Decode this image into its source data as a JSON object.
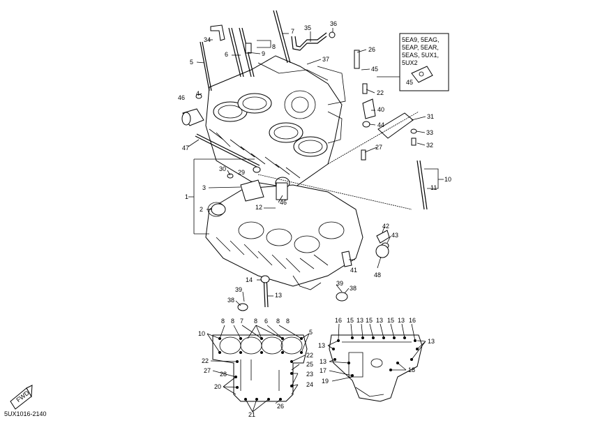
{
  "diagram": {
    "figure_code": "5UX1016-2140",
    "fwd_label": "FWD",
    "inset_models": [
      "5EA9, 5EAG,",
      "5EAP, 5EAR,",
      "5EAS, 5UX1,",
      "5UX2"
    ],
    "inset_callout": "45",
    "callouts_main": [
      {
        "id": "c36",
        "text": "36"
      },
      {
        "id": "c35",
        "text": "35"
      },
      {
        "id": "c7",
        "text": "7"
      },
      {
        "id": "c34",
        "text": "34"
      },
      {
        "id": "c8",
        "text": "8"
      },
      {
        "id": "c9",
        "text": "9"
      },
      {
        "id": "c6",
        "text": "6"
      },
      {
        "id": "c5",
        "text": "5"
      },
      {
        "id": "c26",
        "text": "26"
      },
      {
        "id": "c37",
        "text": "37"
      },
      {
        "id": "c45",
        "text": "45"
      },
      {
        "id": "c22",
        "text": "22"
      },
      {
        "id": "c4",
        "text": "4"
      },
      {
        "id": "c46a",
        "text": "46"
      },
      {
        "id": "c40",
        "text": "40"
      },
      {
        "id": "c44",
        "text": "44"
      },
      {
        "id": "c31",
        "text": "31"
      },
      {
        "id": "c33",
        "text": "33"
      },
      {
        "id": "c32",
        "text": "32"
      },
      {
        "id": "c47",
        "text": "47"
      },
      {
        "id": "c27",
        "text": "27"
      },
      {
        "id": "c30",
        "text": "30"
      },
      {
        "id": "c29",
        "text": "29"
      },
      {
        "id": "c10",
        "text": "10"
      },
      {
        "id": "c11",
        "text": "11"
      },
      {
        "id": "c3",
        "text": "3"
      },
      {
        "id": "c1",
        "text": "1"
      },
      {
        "id": "c46b",
        "text": "46"
      },
      {
        "id": "c2",
        "text": "2"
      },
      {
        "id": "c12",
        "text": "12"
      },
      {
        "id": "c42",
        "text": "42"
      },
      {
        "id": "c43",
        "text": "43"
      },
      {
        "id": "c41",
        "text": "41"
      },
      {
        "id": "c48",
        "text": "48"
      },
      {
        "id": "c14",
        "text": "14"
      },
      {
        "id": "c39a",
        "text": "39"
      },
      {
        "id": "c13a",
        "text": "13"
      },
      {
        "id": "c39b",
        "text": "39"
      },
      {
        "id": "c38a",
        "text": "38"
      },
      {
        "id": "c38b",
        "text": "38"
      }
    ],
    "callouts_left_detail": [
      {
        "id": "l8a",
        "text": "8"
      },
      {
        "id": "l8b",
        "text": "8"
      },
      {
        "id": "l7",
        "text": "7"
      },
      {
        "id": "l8c",
        "text": "8"
      },
      {
        "id": "l6",
        "text": "6"
      },
      {
        "id": "l8d",
        "text": "8"
      },
      {
        "id": "l8e",
        "text": "8"
      },
      {
        "id": "l10",
        "text": "10"
      },
      {
        "id": "l5",
        "text": "5"
      },
      {
        "id": "l22a",
        "text": "22"
      },
      {
        "id": "l22b",
        "text": "22"
      },
      {
        "id": "l27",
        "text": "27"
      },
      {
        "id": "l25",
        "text": "25"
      },
      {
        "id": "l28",
        "text": "28"
      },
      {
        "id": "l23",
        "text": "23"
      },
      {
        "id": "l20",
        "text": "20"
      },
      {
        "id": "l24",
        "text": "24"
      },
      {
        "id": "l26",
        "text": "26"
      },
      {
        "id": "l21",
        "text": "21"
      }
    ],
    "callouts_right_detail": [
      {
        "id": "r16a",
        "text": "16"
      },
      {
        "id": "r15a",
        "text": "15"
      },
      {
        "id": "r13a",
        "text": "13"
      },
      {
        "id": "r15b",
        "text": "15"
      },
      {
        "id": "r13b",
        "text": "13"
      },
      {
        "id": "r15c",
        "text": "15"
      },
      {
        "id": "r13c",
        "text": "13"
      },
      {
        "id": "r16b",
        "text": "16"
      },
      {
        "id": "r13d",
        "text": "13"
      },
      {
        "id": "r13e",
        "text": "13"
      },
      {
        "id": "r13f",
        "text": "13"
      },
      {
        "id": "r17",
        "text": "17"
      },
      {
        "id": "r18",
        "text": "18"
      },
      {
        "id": "r19",
        "text": "19"
      }
    ]
  }
}
